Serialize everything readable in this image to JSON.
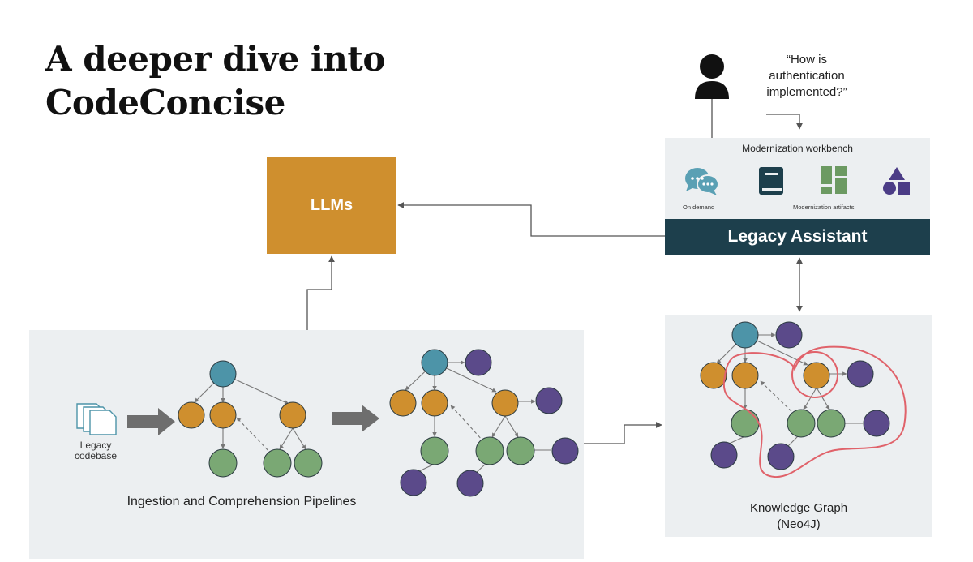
{
  "title": {
    "line1": "A deeper dive into",
    "line2": "CodeConcise"
  },
  "llm": {
    "label": "LLMs"
  },
  "user": {
    "icon": "person-icon",
    "question_line1": "“How is",
    "question_line2": "authentication",
    "question_line3": "implemented?”"
  },
  "workbench": {
    "title": "Modernization workbench",
    "on_demand_label": "On demand",
    "artifacts_label": "Modernization artifacts",
    "icons": [
      "chat-bubbles-icon",
      "book-icon",
      "layout-icon",
      "shapes-icon"
    ]
  },
  "assistant": {
    "label": "Legacy Assistant"
  },
  "pipeline": {
    "legacy_line1": "Legacy",
    "legacy_line2": "codebase",
    "label": "Ingestion and Comprehension Pipelines"
  },
  "knowledge_graph": {
    "line1": "Knowledge Graph",
    "line2": "(Neo4J)"
  },
  "colors": {
    "llm_box": "#cf8f2e",
    "assistant_bar": "#1d3f4c",
    "panel": "#eceff1",
    "node_teal": "#4d94a8",
    "node_orange": "#cf8f2e",
    "node_green": "#7aa874",
    "node_purple": "#5b4a8a",
    "highlight": "#e0626a",
    "icon_teal": "#5aa0b4",
    "icon_navy": "#1d3f4c",
    "icon_green": "#6c9a62",
    "icon_purple": "#4b3c86"
  }
}
